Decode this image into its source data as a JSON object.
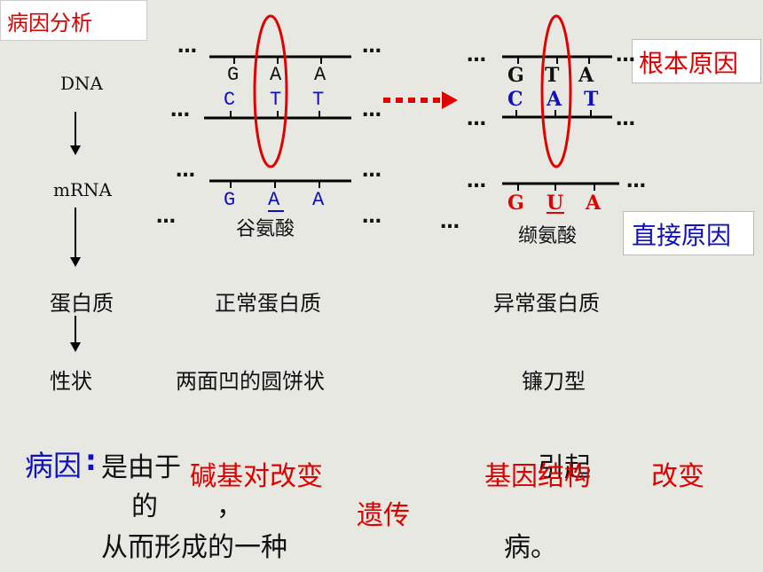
{
  "title": "病因分析",
  "labels": {
    "root_cause": "根本原因",
    "direct_cause": "直接原因"
  },
  "flow": {
    "dna": "DNA",
    "mrna": "mRNA",
    "protein": "蛋白质",
    "trait": "性状"
  },
  "normal": {
    "dna_top": [
      "G",
      "A",
      "A"
    ],
    "dna_bottom": [
      "C",
      "T",
      "T"
    ],
    "mrna": [
      "G",
      "A",
      "A"
    ],
    "amino_acid": "谷氨酸",
    "protein": "正常蛋白质",
    "trait": "两面凹的圆饼状"
  },
  "mutant": {
    "dna_top": [
      "G",
      "T",
      "A"
    ],
    "dna_bottom": [
      "C",
      "A",
      "T"
    ],
    "mrna": [
      "G",
      "U",
      "A"
    ],
    "amino_acid": "缬氨酸",
    "protein": "异常蛋白质",
    "trait": "镰刀型"
  },
  "ellipsis": "…",
  "cause": {
    "label": "病因",
    "colon": ":",
    "text1": "是由于",
    "blank1": "碱基对改变",
    "text2": "引起",
    "blank2": "基因结构",
    "blank3": "改变",
    "text3": "的",
    "comma": "，",
    "blank4": "遗传",
    "text4": "从而形成的一种",
    "text5": "病。"
  },
  "colors": {
    "accent_red": "#e00000",
    "accent_blue": "#1010c0"
  }
}
